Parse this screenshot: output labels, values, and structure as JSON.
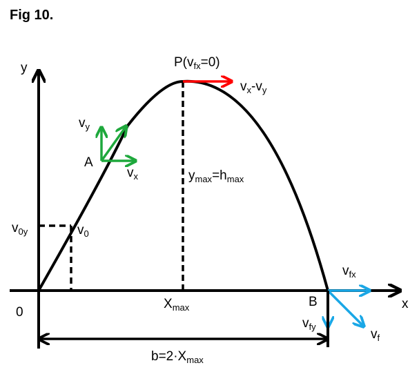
{
  "figure_title": "Fig 10.",
  "axes": {
    "y_label": "y",
    "x_label": "x",
    "origin_label": "0"
  },
  "points": {
    "apex": {
      "main": "P(v",
      "sub": "fx",
      "tail": "=0)"
    },
    "a_label": "A",
    "b_label": "B"
  },
  "vectors": {
    "apex_vector": {
      "v1": "v",
      "s1": "x",
      "mid": "-v",
      "s2": "y"
    },
    "a_vy": {
      "main": "v",
      "sub": "y"
    },
    "a_vx": {
      "main": "v",
      "sub": "x"
    },
    "v0": {
      "main": "v",
      "sub": "0"
    },
    "v0y": {
      "main": "v",
      "sub": "0y"
    },
    "vfx": {
      "main": "v",
      "sub": "fx"
    },
    "vfy": {
      "main": "v",
      "sub": "fy"
    },
    "vf": {
      "main": "v",
      "sub": "f"
    }
  },
  "dimensions": {
    "ymax": {
      "m1": "y",
      "s1": "max",
      "mid": "=h",
      "s2": "max"
    },
    "xmax": {
      "main": "X",
      "sub": "max"
    },
    "range": {
      "main": "b=2·X",
      "sub": "max"
    }
  },
  "colors": {
    "curve": "#000000",
    "apex_vector": "#ff0000",
    "point_a_vectors": "#1ea83c",
    "point_b_vectors": "#1aa7e6"
  }
}
